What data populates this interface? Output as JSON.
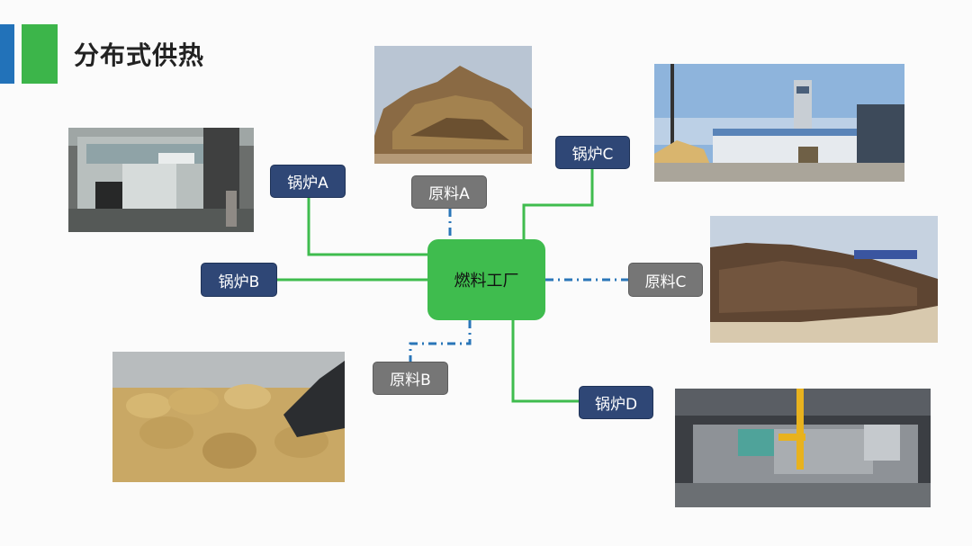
{
  "title": "分布式供热",
  "colors": {
    "accent_blue": "#2272b9",
    "accent_green": "#3cb54a",
    "boiler": "#2f4776",
    "material": "#767676",
    "plant": "#3fbc4e",
    "link": "#3fbc4e",
    "dashed_link": "#2a76b8"
  },
  "center": {
    "label": "燃料工厂"
  },
  "boilers": [
    {
      "label": "锅炉A"
    },
    {
      "label": "锅炉B"
    },
    {
      "label": "锅炉C"
    },
    {
      "label": "锅炉D"
    }
  ],
  "materials": [
    {
      "label": "原料A"
    },
    {
      "label": "原料B"
    },
    {
      "label": "原料C"
    }
  ]
}
